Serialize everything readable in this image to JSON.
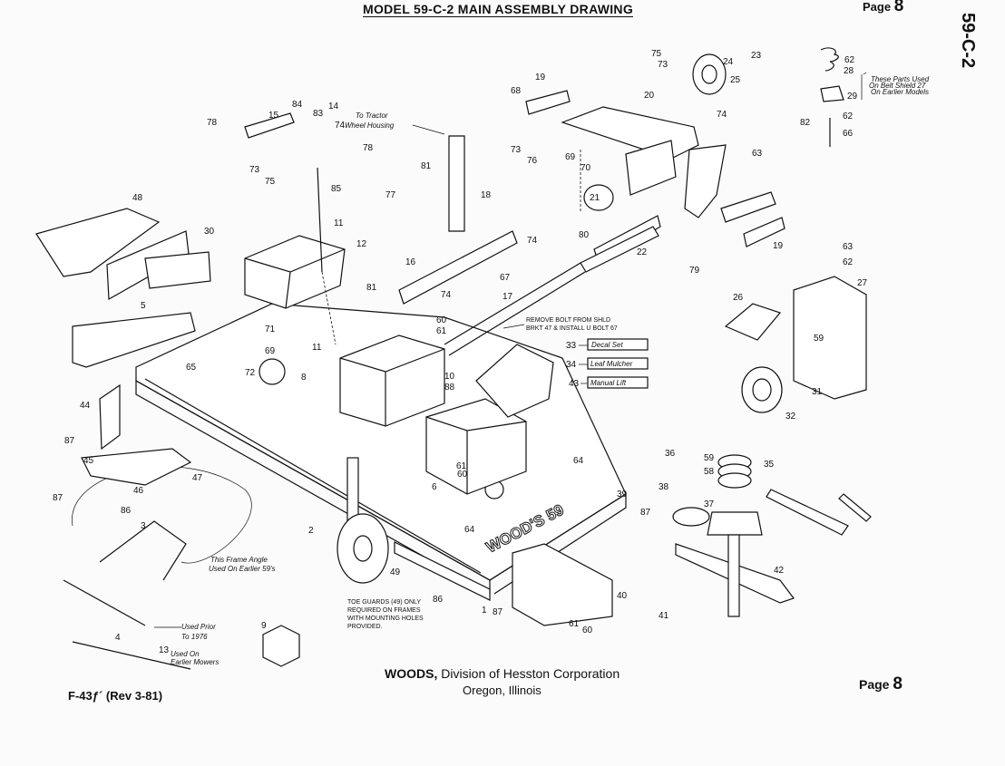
{
  "header": {
    "title": "MODEL 59-C-2 MAIN ASSEMBLY DRAWING",
    "page_word": "Page",
    "page_num": "8",
    "side_code": "59-C-2"
  },
  "footer": {
    "company_bold": "WOODS,",
    "company_rest": "Division of Hesston Corporation",
    "location": "Oregon, Illinois",
    "form_number": "F-43ƒ´  (Rev 3-81)",
    "page_word": "Page",
    "page_num": "8"
  },
  "notes": {
    "tractor_1": "To Tractor",
    "tractor_2": "Wheel Housing",
    "earlier_1": "These Parts Used",
    "earlier_2": "On Belt Shield 27",
    "earlier_3": "On Earlier Models",
    "remove_1": "REMOVE BOLT FROM SHLD",
    "remove_2": "BRKT 47 & INSTALL U BOLT 67",
    "frame_angle_1": "This Frame Angle",
    "frame_angle_2": "Used On Earlier 59's",
    "toe_1": "TOE GUARDS (49) ONLY",
    "toe_2": "REQUIRED ON FRAMES",
    "toe_3": "WITH MOUNTING HOLES",
    "toe_4": "PROVIDED.",
    "used_prior_1": "Used Prior",
    "used_prior_2": "To 1976",
    "used_earlier_1": "Used On",
    "used_earlier_2": "Earlier Mowers",
    "deck_brand": "WOOD'S 59"
  },
  "kits": [
    {
      "num": "33",
      "label": "Decal Set"
    },
    {
      "num": "34",
      "label": "Leaf Mulcher"
    },
    {
      "num": "43",
      "label": "Manual Lift"
    }
  ],
  "part_numbers": [
    "1",
    "2",
    "3",
    "4",
    "5",
    "6",
    "8",
    "9",
    "10",
    "11",
    "11",
    "12",
    "13",
    "14",
    "15",
    "16",
    "17",
    "18",
    "19",
    "19",
    "20",
    "21",
    "22",
    "23",
    "24",
    "25",
    "26",
    "27",
    "28",
    "29",
    "30",
    "31",
    "32",
    "35",
    "36",
    "37",
    "38",
    "39",
    "40",
    "41",
    "42",
    "44",
    "45",
    "46",
    "47",
    "48",
    "49",
    "58",
    "59",
    "59",
    "60",
    "60",
    "60",
    "61",
    "61",
    "61",
    "62",
    "62",
    "62",
    "63",
    "63",
    "64",
    "64",
    "65",
    "66",
    "67",
    "68",
    "69",
    "69",
    "70",
    "71",
    "72",
    "73",
    "73",
    "73",
    "74",
    "74",
    "74",
    "74",
    "75",
    "75",
    "76",
    "77",
    "78",
    "78",
    "79",
    "80",
    "81",
    "81",
    "82",
    "83",
    "84",
    "85",
    "86",
    "86",
    "87",
    "87",
    "87",
    "87",
    "88"
  ]
}
